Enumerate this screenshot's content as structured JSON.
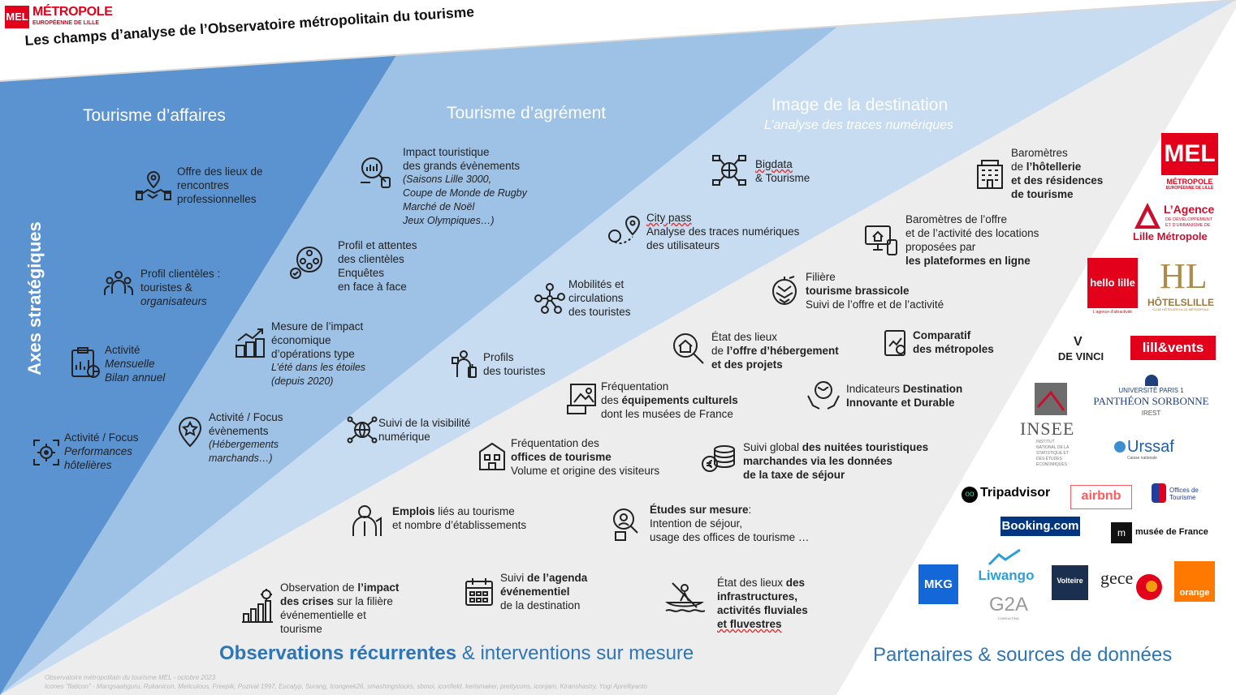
{
  "header": {
    "brand": "MÉTROPOLE",
    "brand_sub": "EUROPÉENNE DE LILLE",
    "brand_mark": "MEL",
    "title": "Les champs d’analyse de l’Observatoire métropolitain du tourisme"
  },
  "sections": {
    "axes": "Axes stratégiques",
    "affaires": "Tourisme d’affaires",
    "agrement": "Tourisme d’agrément",
    "image": "Image de la destination",
    "image_sub": "L’analyse des traces numériques",
    "observations_a": "Observations récurrentes",
    "observations_b": " & interventions sur mesure",
    "partenaires": "Partenaires & sources de données"
  },
  "affaires": {
    "offre": [
      "Offre des lieux de",
      "rencontres",
      "professionnelles"
    ],
    "profil": [
      "Profil clientèles :",
      "touristes &",
      "organisateurs"
    ],
    "activite": [
      "Activité",
      "Mensuelle",
      "Bilan annuel"
    ],
    "focus": [
      "Activité / Focus",
      "Performances",
      "hôtelières"
    ]
  },
  "agrement": {
    "impact_l1": "Impact touristique",
    "impact_l2": "des grands évènements",
    "impact_l3": "(Saisons Lille 3000,",
    "impact_l4": "Coupe de Monde de Rugby",
    "impact_l5": "Marché de Noël",
    "impact_l6": "Jeux Olympiques…)",
    "profil": [
      "Profil et attentes",
      "des clientèles",
      "Enquêtes",
      "en face à face"
    ],
    "mesure_l1": "Mesure de l’impact",
    "mesure_l2": "économique",
    "mesure_l3": "d’opérations type",
    "mesure_l4": "L’été dans les étoiles",
    "mesure_l5": "(depuis 2020)",
    "focus_l1": "Activité / Focus",
    "focus_l2": "évènements",
    "focus_l3": "(Hébergements",
    "focus_l4": "marchands…)",
    "profils": [
      "Profils",
      "des touristes"
    ],
    "visibilite": [
      "Suivi de la visibilité",
      "numérique"
    ]
  },
  "image": {
    "bigdata_l1": "Bigdata",
    "bigdata_l2": "& Tourisme",
    "citypass_l1": "City pass",
    "citypass_l2": "Analyse des traces numériques",
    "citypass_l3": "des utilisateurs",
    "mobilites": [
      "Mobilités et",
      "circulations",
      "des touristes"
    ]
  },
  "recurrent": {
    "baro_hotel_l1": "Baromètres",
    "baro_hotel_l2a": "de ",
    "baro_hotel_l2b": "l’hôtellerie",
    "baro_hotel_l3": "et des résidences",
    "baro_hotel_l4": "de tourisme",
    "baro_offre_l1": "Baromètres de l’offre",
    "baro_offre_l2": "et de l’activité des locations",
    "baro_offre_l3": "proposées par",
    "baro_offre_l4": "les plateformes en ligne",
    "filiere_l1": "Filière",
    "filiere_l2": "tourisme brassicole",
    "filiere_l3": "Suivi de l’offre et de l’activité",
    "etat_l1": "État des lieux",
    "etat_l2a": "de ",
    "etat_l2b": "l’offre d’hébergement",
    "etat_l3": "et des projets",
    "comparatif_l1": "Comparatif",
    "comparatif_l2": "des métropoles",
    "freq_l1": "Fréquentation",
    "freq_l2a": "des ",
    "freq_l2b": "équipements culturels",
    "freq_l3": " dont les musées de France",
    "indic_l1a": "Indicateurs ",
    "indic_l1b": "Destination",
    "indic_l2": "Innovante et Durable",
    "offices_l1": "Fréquentation des",
    "offices_l2": "offices de tourisme",
    "offices_l3": "Volume et origine des visiteurs",
    "nuitees_l1a": "Suivi global ",
    "nuitees_l1b": "des nuitées touristiques",
    "nuitees_l2": "marchandes via les données",
    "nuitees_l3": "de la taxe de séjour",
    "emplois_l1a": "Emplois",
    "emplois_l1b": " liés au tourisme",
    "emplois_l2": "et nombre d’établissements",
    "etudes_l1a": "Études sur mesure",
    "etudes_l1b": ":",
    "etudes_l2": "Intention de séjour,",
    "etudes_l3": "usage des offices de tourisme …",
    "crises_l1a": "Observation de ",
    "crises_l1b": "l’impact",
    "crises_l2a": "des crises",
    "crises_l2b": " sur la filière",
    "crises_l3": "événementielle et",
    "crises_l4": "tourisme",
    "agenda_l1a": "Suivi ",
    "agenda_l1b": "de l’agenda",
    "agenda_l2": "événementiel",
    "agenda_l3": "de la destination",
    "fluvial_l1a": "État des lieux ",
    "fluvial_l1b": "des",
    "fluvial_l2": "infrastructures,",
    "fluvial_l3": "activités fluviales",
    "fluvial_l4": "et fluvestres"
  },
  "partners": {
    "mel": "MEL",
    "mel_sub": "MÉTROPOLE",
    "mel_sub2": "EUROPÉENNE DE LILLE",
    "agence_l1": "L’Agence",
    "agence_l2": "DE DÉVELOPPEMENT",
    "agence_l3": "ET D’URBANISME DE",
    "agence_l4": "Lille Métropole",
    "hello": "hello lille",
    "hello_sub": "L’agence d’attractivité",
    "hotels": "HÔTELSLILLE",
    "hotels_sub": "CLUB HÔTELIER LILLE MÉTROPOLE",
    "devinci": "DE VINCI",
    "lillevents": "lill&vents",
    "pantheon_l1": "UNIVERSITÉ PARIS 1",
    "pantheon_l2": "PANTHÉON SORBONNE",
    "pantheon_l3": "IREST",
    "insee": "INSEE",
    "insee_sub": "INSTITUT NATIONAL DE LA STATISTIQUE ET DES ÉTUDES ÉCONOMIQUES",
    "urssaf": "Urssaf",
    "urssaf_sub": "Caisse nationale",
    "tripadvisor": "Tripadvisor",
    "airbnb": "airbnb",
    "offices": "Offices de Tourisme",
    "booking": "Booking.com",
    "musee": "musée de France",
    "mkg": "MKG",
    "liwango": "Liwango",
    "volteire": "Volteire",
    "gece": "gece",
    "orange": "orange",
    "g2a": "G2A",
    "g2a_sub": "CONSULTING"
  },
  "footer": {
    "l1": "Observatoire métropolitain du tourisme MEL -   octobre 2023",
    "l2": "Icones \"flaticon\" - Mangsaabguru, Rukanicon, Meticulous, Freepik, Pozival 1997, Eucalyp, Surang, Icongeek26, smashingstocks, sbmoi, iconfield, kerismaker, prettycons, iconjam, Kiranshastry, Yogi Aprelliyanto"
  },
  "colors": {
    "band1": "#5b94d2",
    "band2": "#9fc2e6",
    "band3": "#c6dcf1",
    "band4": "#e5e8ed",
    "mel_red": "#e3001b",
    "title_blue": "#2e75b6"
  }
}
